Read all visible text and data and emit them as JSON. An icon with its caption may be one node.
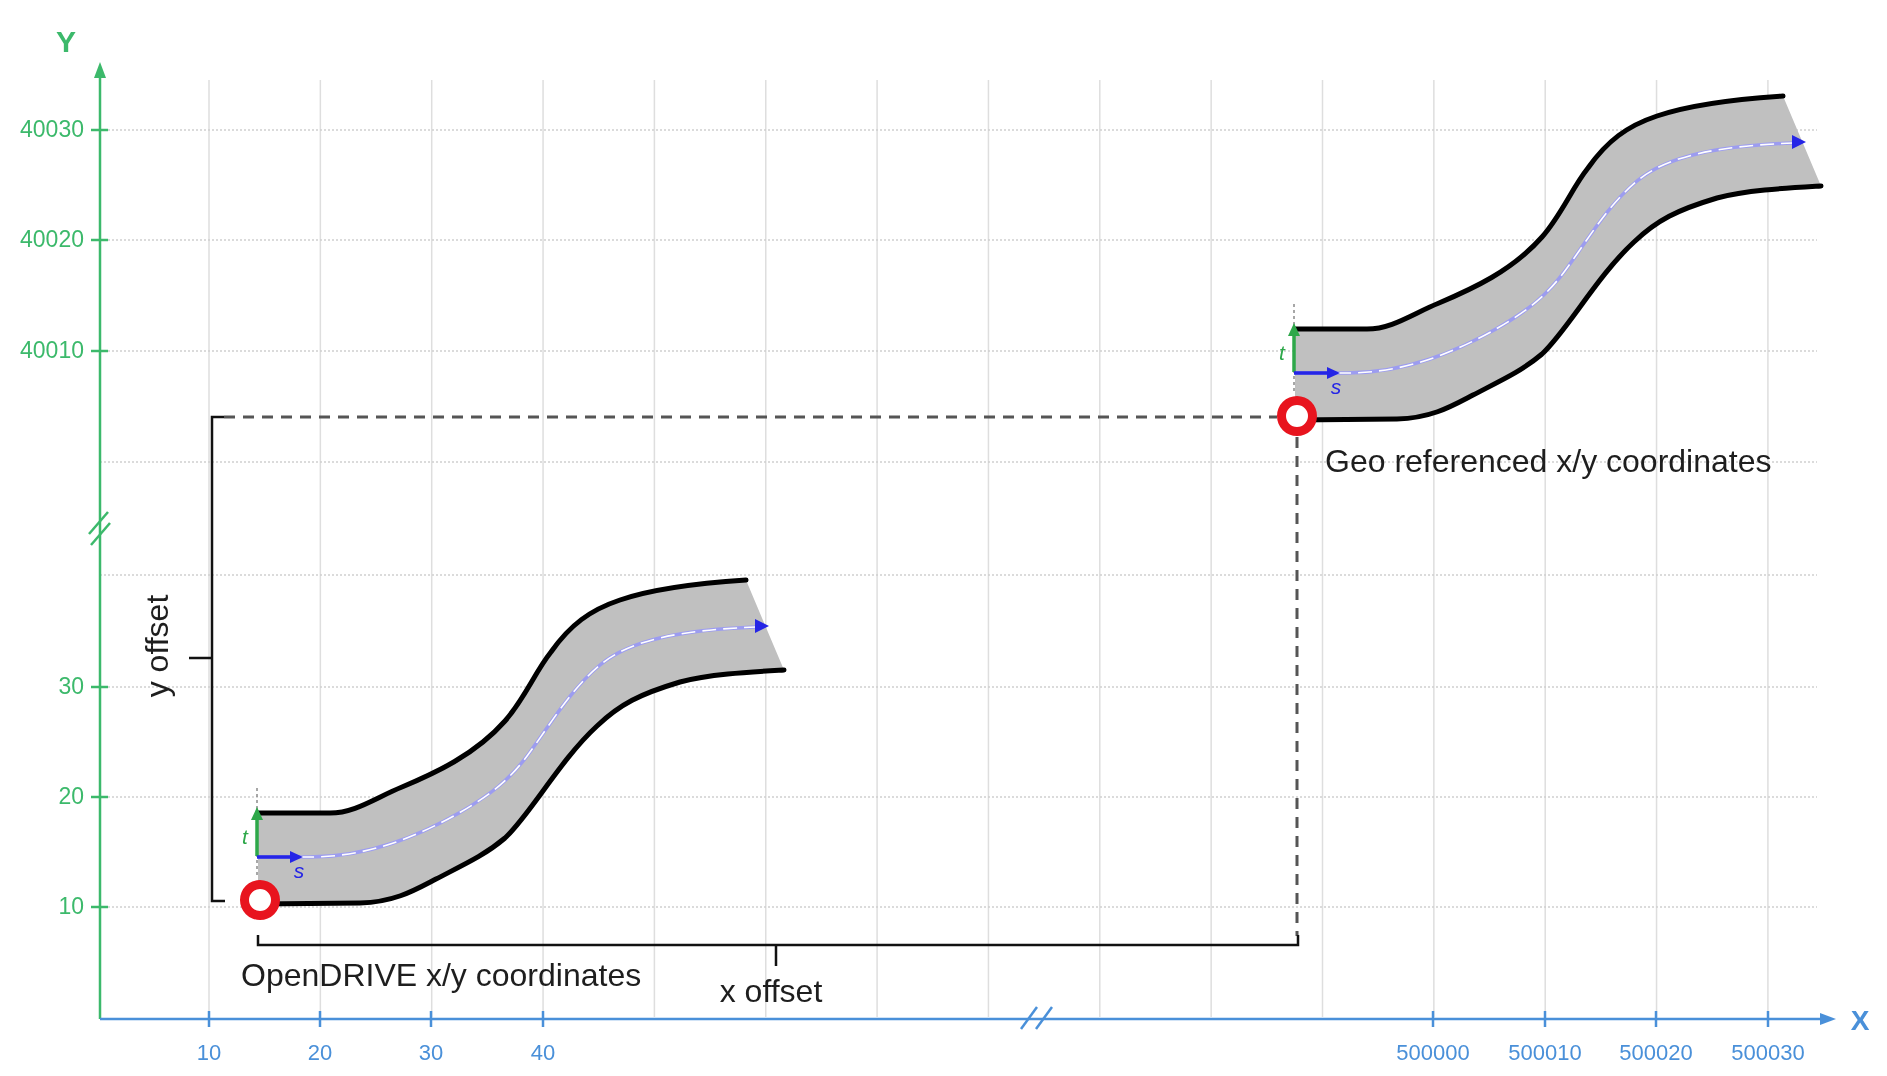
{
  "diagram": {
    "labels": [
      "Y",
      "40030",
      "40020",
      "40010",
      "t",
      "s",
      "Geo referenced x/y coordinates",
      "y offset",
      "30",
      "20",
      "t",
      "s",
      "10",
      "OpenDRIVE x/y coordinates",
      "x offset",
      "X",
      "10",
      "20",
      "30",
      "40",
      "500000",
      "500010",
      "500020",
      "500030"
    ]
  }
}
